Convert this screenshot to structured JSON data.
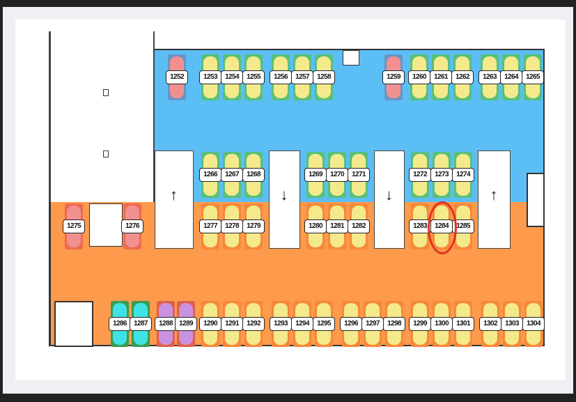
{
  "plan": {
    "highlighted_spot": "1284",
    "colors": {
      "blue_zone": "#5bbef5",
      "orange_zone": "#fd9a4c",
      "highlight": "#e03020"
    },
    "ramps": [
      {
        "direction": "up"
      },
      {
        "direction": "down"
      },
      {
        "direction": "down"
      },
      {
        "direction": "up"
      }
    ],
    "top_row": [
      {
        "id": "1252",
        "type": "pink"
      },
      {
        "id": "1253",
        "type": "yellow"
      },
      {
        "id": "1254",
        "type": "yellow"
      },
      {
        "id": "1255",
        "type": "yellow"
      },
      {
        "id": "1256",
        "type": "yellow"
      },
      {
        "id": "1257",
        "type": "yellow"
      },
      {
        "id": "1258",
        "type": "yellow"
      },
      {
        "id": "1259",
        "type": "pink"
      },
      {
        "id": "1260",
        "type": "yellow"
      },
      {
        "id": "1261",
        "type": "yellow"
      },
      {
        "id": "1262",
        "type": "yellow"
      },
      {
        "id": "1263",
        "type": "yellow"
      },
      {
        "id": "1264",
        "type": "yellow"
      },
      {
        "id": "1265",
        "type": "yellow"
      }
    ],
    "middle_upper_row": [
      {
        "id": "1266",
        "type": "yellow"
      },
      {
        "id": "1267",
        "type": "yellow"
      },
      {
        "id": "1268",
        "type": "yellow"
      },
      {
        "id": "1269",
        "type": "yellow"
      },
      {
        "id": "1270",
        "type": "yellow"
      },
      {
        "id": "1271",
        "type": "yellow"
      },
      {
        "id": "1272",
        "type": "yellow"
      },
      {
        "id": "1273",
        "type": "yellow"
      },
      {
        "id": "1274",
        "type": "yellow"
      }
    ],
    "middle_lower_row": [
      {
        "id": "1275",
        "type": "pink"
      },
      {
        "id": "1276",
        "type": "pink"
      },
      {
        "id": "1277",
        "type": "yellow"
      },
      {
        "id": "1278",
        "type": "yellow"
      },
      {
        "id": "1279",
        "type": "yellow"
      },
      {
        "id": "1280",
        "type": "yellow"
      },
      {
        "id": "1281",
        "type": "yellow"
      },
      {
        "id": "1282",
        "type": "yellow"
      },
      {
        "id": "1283",
        "type": "yellow"
      },
      {
        "id": "1284",
        "type": "yellow"
      },
      {
        "id": "1285",
        "type": "yellow"
      }
    ],
    "bottom_row": [
      {
        "id": "1286",
        "type": "cyan"
      },
      {
        "id": "1287",
        "type": "cyan"
      },
      {
        "id": "1288",
        "type": "purple"
      },
      {
        "id": "1289",
        "type": "purple"
      },
      {
        "id": "1290",
        "type": "yellow"
      },
      {
        "id": "1291",
        "type": "yellow"
      },
      {
        "id": "1292",
        "type": "yellow"
      },
      {
        "id": "1293",
        "type": "yellow"
      },
      {
        "id": "1294",
        "type": "yellow"
      },
      {
        "id": "1295",
        "type": "yellow"
      },
      {
        "id": "1296",
        "type": "yellow"
      },
      {
        "id": "1297",
        "type": "yellow"
      },
      {
        "id": "1298",
        "type": "yellow"
      },
      {
        "id": "1299",
        "type": "yellow"
      },
      {
        "id": "1300",
        "type": "yellow"
      },
      {
        "id": "1301",
        "type": "yellow"
      },
      {
        "id": "1302",
        "type": "yellow"
      },
      {
        "id": "1303",
        "type": "yellow"
      },
      {
        "id": "1304",
        "type": "yellow"
      }
    ]
  }
}
